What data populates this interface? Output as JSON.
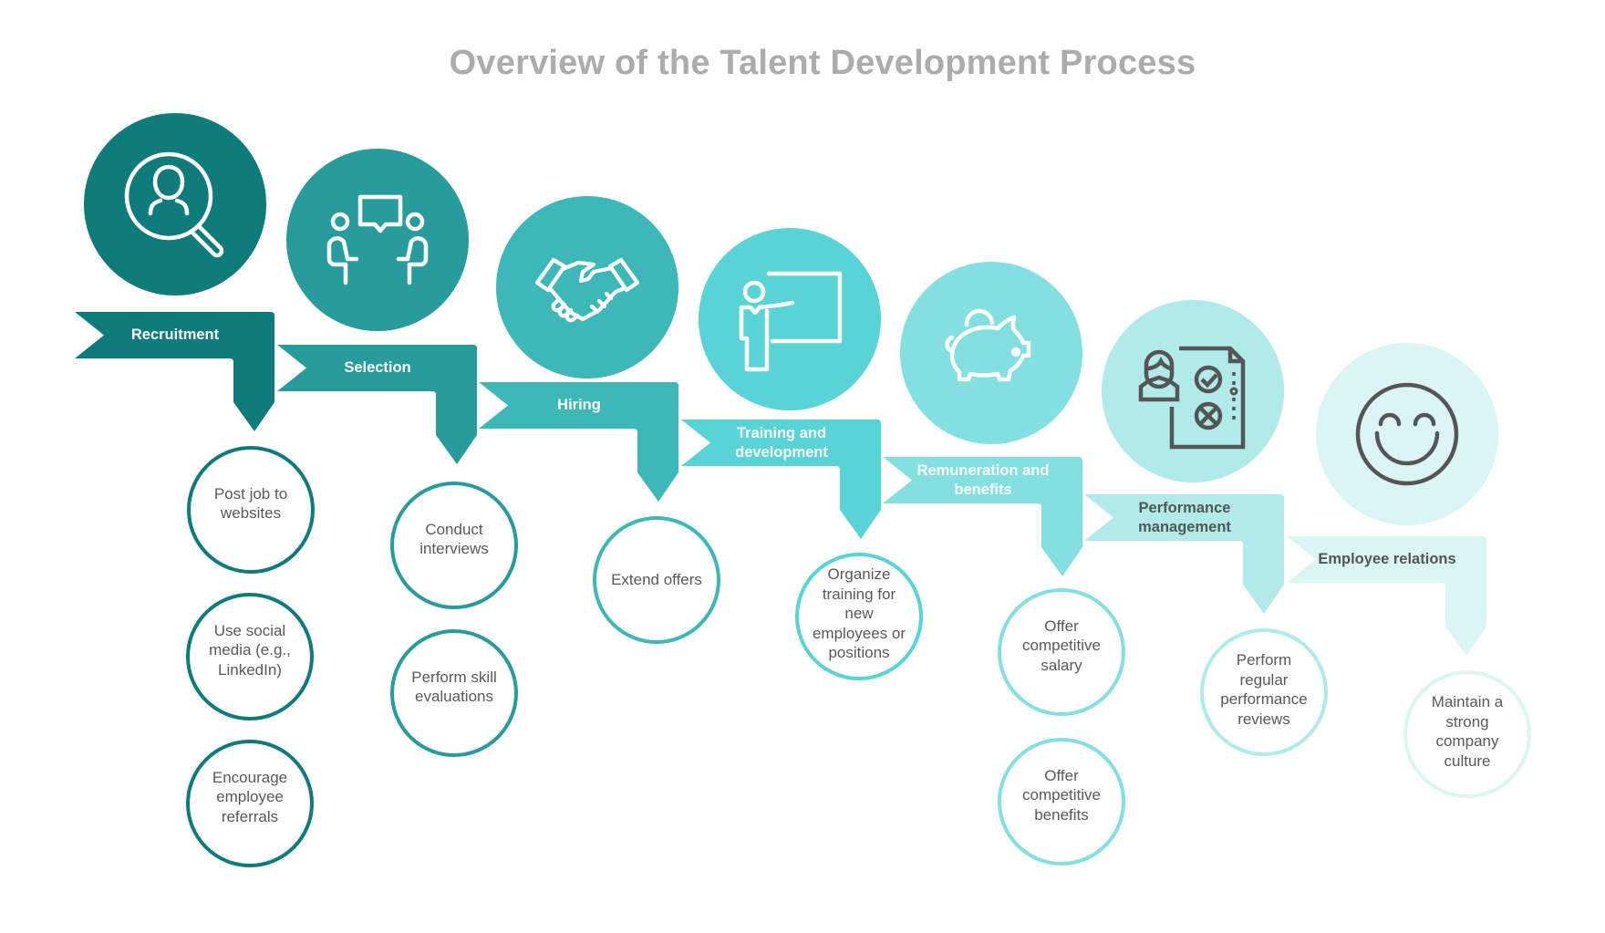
{
  "title": "Overview of the Talent Development Process",
  "colors": {
    "step1": "#0f7b7a",
    "step2": "#289c9c",
    "step3": "#3eb7b8",
    "step4": "#58d4d6",
    "step5": "#84e0e0",
    "step6": "#b0ebea",
    "step7": "#dbf5f4",
    "icon_dark": "#555555",
    "text_gray": "#595959",
    "title_gray": "#acacac"
  },
  "steps": [
    {
      "label": "Recruitment",
      "icon": "person-search-icon",
      "activities": [
        "Post job to websites",
        "Use social media (e.g., LinkedIn)",
        "Encourage employee referrals"
      ]
    },
    {
      "label": "Selection",
      "icon": "interview-icon",
      "activities": [
        "Conduct interviews",
        "Perform skill evaluations"
      ]
    },
    {
      "label": "Hiring",
      "icon": "handshake-icon",
      "activities": [
        "Extend offers"
      ]
    },
    {
      "label": "Training and development",
      "icon": "presentation-icon",
      "activities": [
        "Organize training for new employees or positions"
      ]
    },
    {
      "label": "Remuneration and benefits",
      "icon": "piggy-bank-icon",
      "activities": [
        "Offer competitive salary",
        "Offer competitive benefits"
      ]
    },
    {
      "label": "Performance management",
      "icon": "performance-review-icon",
      "activities": [
        "Perform regular performance reviews"
      ]
    },
    {
      "label": "Employee relations",
      "icon": "smiley-face-icon",
      "activities": [
        "Maintain a strong company culture"
      ]
    }
  ]
}
